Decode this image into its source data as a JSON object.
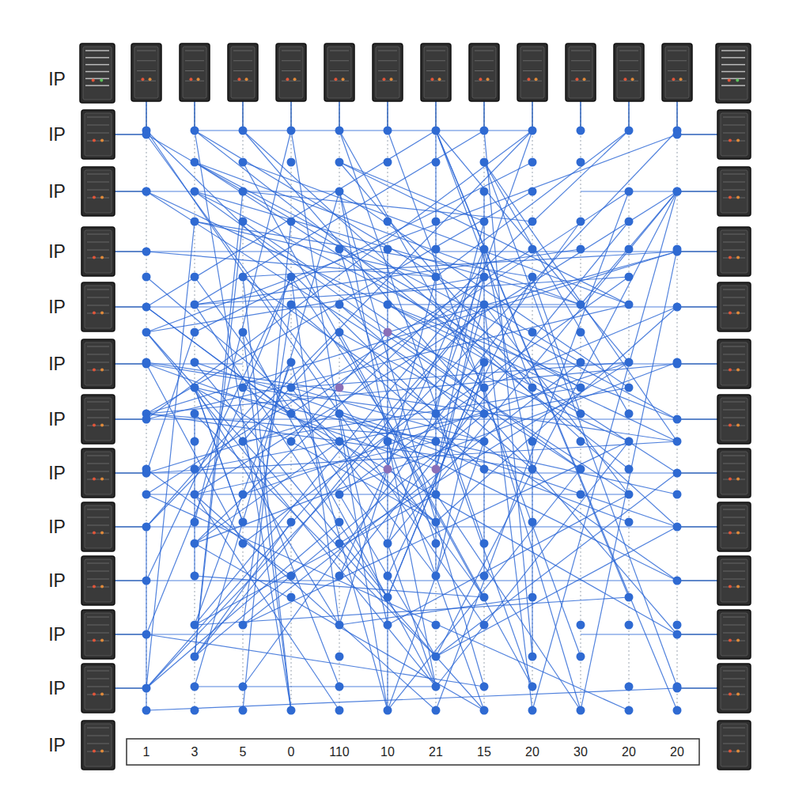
{
  "diagram": {
    "labels": [
      "IP",
      "IP",
      "IP",
      "IP",
      "IP",
      "IP",
      "IP",
      "IP",
      "IP",
      "IP",
      "IP",
      "IP",
      "IP",
      "1",
      "3",
      "5",
      "0",
      "110",
      "10",
      "21",
      "15",
      "20",
      "30",
      "20",
      "20"
    ]
  }
}
